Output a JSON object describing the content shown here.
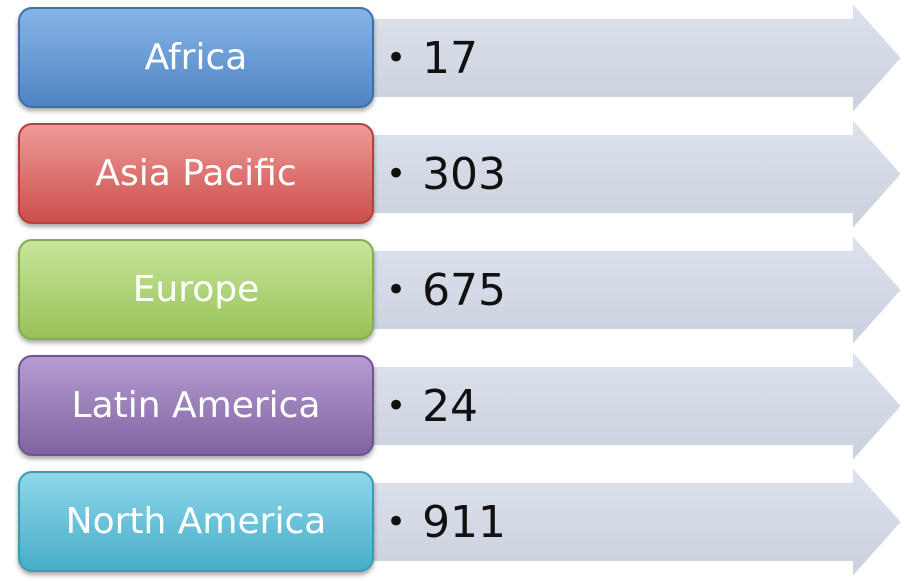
{
  "items": [
    {
      "label": "Africa",
      "value": "17",
      "top_color": "#86b4e6",
      "bottom_color": "#4f84c4",
      "border_color": "#3d6fae"
    },
    {
      "label": "Asia Pacific",
      "value": "303",
      "top_color": "#ee9a98",
      "bottom_color": "#cc4f4b",
      "border_color": "#b3403c"
    },
    {
      "label": "Europe",
      "value": "675",
      "top_color": "#c8e59c",
      "bottom_color": "#97c257",
      "border_color": "#86ad4a"
    },
    {
      "label": "Latin America",
      "value": "24",
      "top_color": "#b59cd0",
      "bottom_color": "#8064a2",
      "border_color": "#6f5590"
    },
    {
      "label": "North America",
      "value": "911",
      "top_color": "#8fd6ea",
      "bottom_color": "#47aec8",
      "border_color": "#3a9bb3"
    }
  ],
  "bullet_symbol": "•",
  "arrow_colors": {
    "top": "#dde3ed",
    "bottom": "#c9d1de",
    "border": "#ffffff"
  }
}
